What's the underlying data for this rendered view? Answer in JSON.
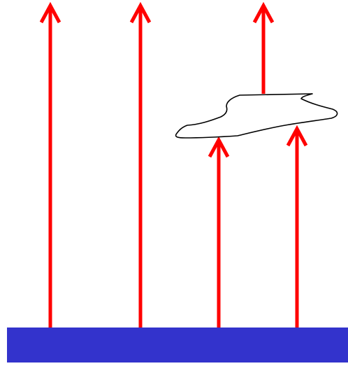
{
  "colors": {
    "arrow": "#ff0000",
    "ground": "#3333cc",
    "cloud_outline": "#000000",
    "background": "#ffffff"
  },
  "elements": {
    "ground": "ground-bar",
    "cloud": "cloud-outline",
    "arrows": [
      {
        "name": "arrow-1-unobstructed"
      },
      {
        "name": "arrow-2-unobstructed"
      },
      {
        "name": "arrow-3-above-cloud"
      },
      {
        "name": "arrow-4-below-cloud"
      },
      {
        "name": "arrow-5-below-cloud"
      }
    ]
  }
}
